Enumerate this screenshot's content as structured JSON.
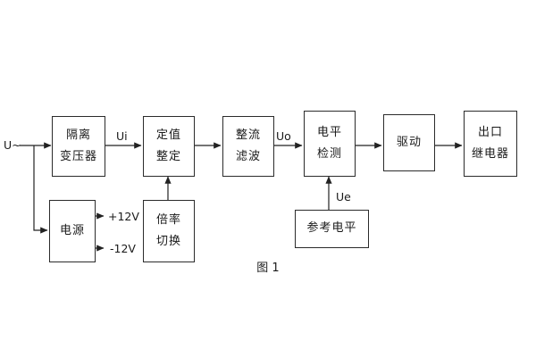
{
  "diagram": {
    "caption": "图 1",
    "blocks": {
      "transformer": {
        "line1": "隔离",
        "line2": "变压器"
      },
      "setting": {
        "line1": "定值",
        "line2": "整定"
      },
      "rectifier": {
        "line1": "整流",
        "line2": "滤波"
      },
      "level_detect": {
        "line1": "电平",
        "line2": "检测"
      },
      "driver": {
        "line1": "驱动"
      },
      "output_relay": {
        "line1": "出口",
        "line2": "继电器"
      },
      "power": {
        "line1": "电源"
      },
      "ratio_switch": {
        "line1": "倍率",
        "line2": "切换"
      },
      "ref_level": {
        "line1": "参考电平"
      }
    },
    "labels": {
      "input": "U~",
      "ui": "Ui",
      "uo": "Uo",
      "ue": "Ue",
      "plus12": "+12V",
      "minus12": "-12V"
    },
    "colors": {
      "line": "#222222",
      "text": "#1a1a1a"
    }
  }
}
